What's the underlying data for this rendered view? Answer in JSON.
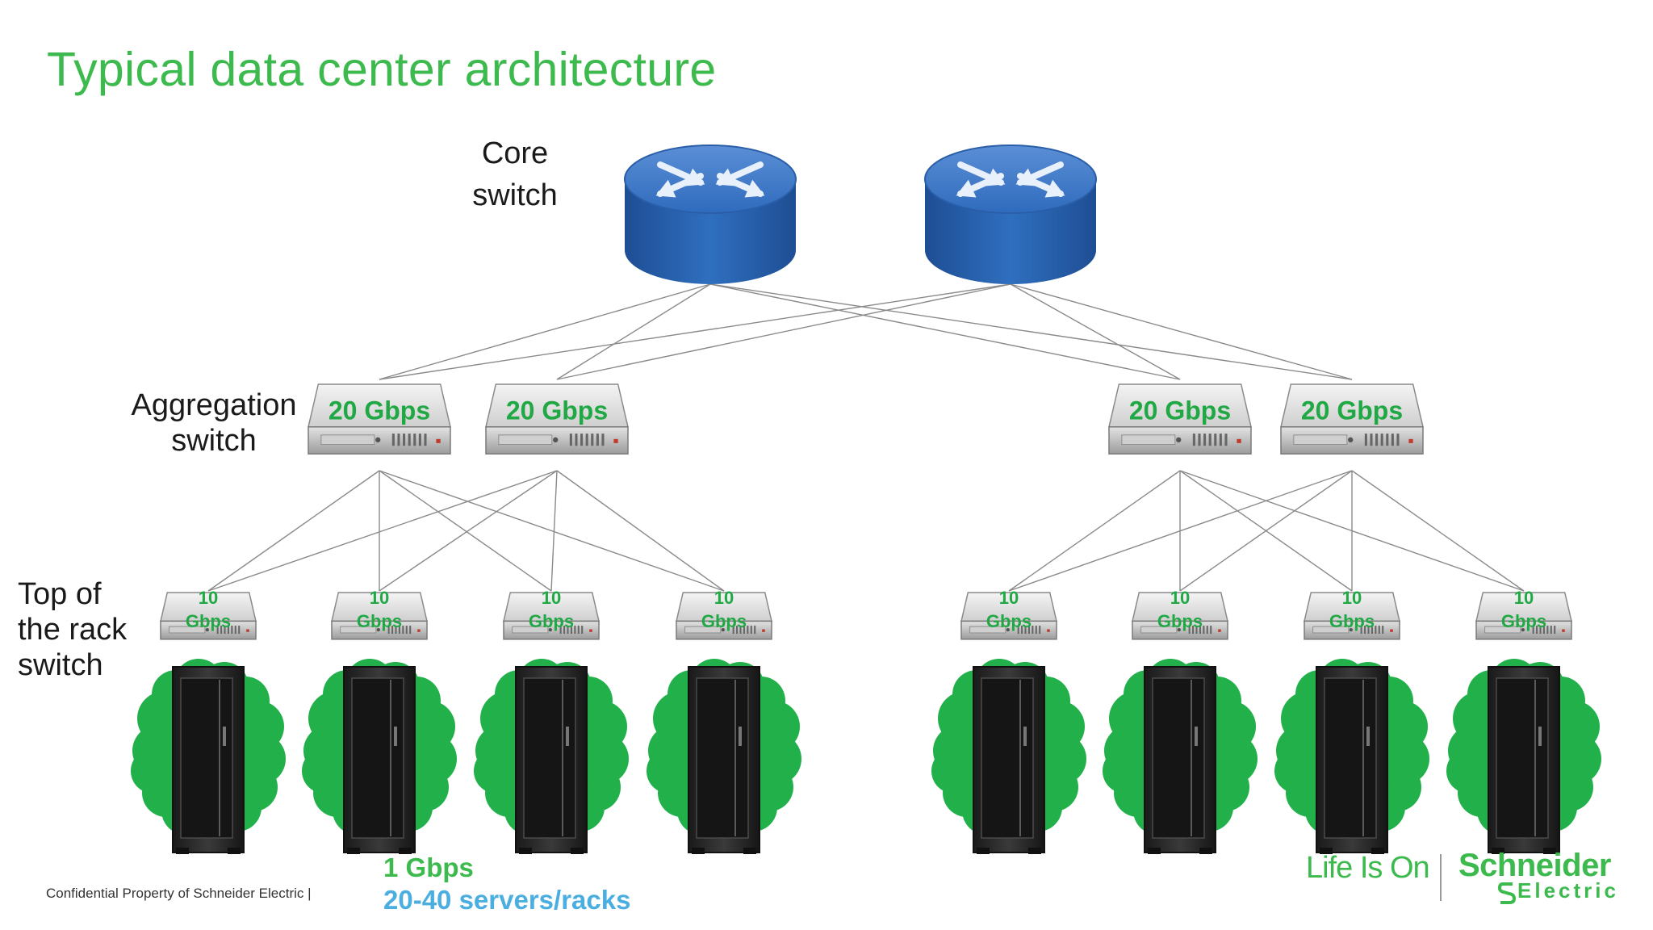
{
  "slide": {
    "title": "Typical data center architecture"
  },
  "labels": {
    "core": [
      "Core",
      "switch"
    ],
    "aggregation": [
      "Aggregation",
      "switch"
    ],
    "tor": [
      "Top of",
      "the rack",
      "switch"
    ]
  },
  "diagram": {
    "aggregation_speed": "20 Gbps",
    "tor_speed": [
      "10",
      "Gbps"
    ],
    "core_color": "#2f6fbf",
    "accent_green": "#3dba4e",
    "rack_color": "#2a2a2a",
    "cloud_color": "#22b04b"
  },
  "footer": {
    "confidential": "Confidential Property of Schneider Electric |",
    "speed_line": "1 Gbps",
    "servers_line": "20-40 servers/racks",
    "tagline": "Life Is On",
    "brand_name": "Schneider",
    "brand_sub": "Electric"
  }
}
